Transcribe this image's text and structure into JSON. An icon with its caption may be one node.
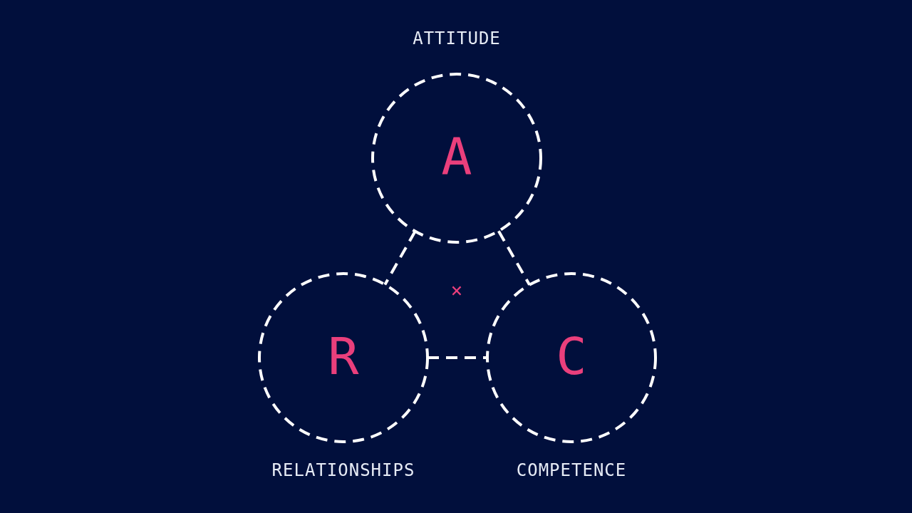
{
  "diagram": {
    "nodes": [
      {
        "text": [
          "ATTITUDE",
          "A"
        ]
      },
      {
        "text": [
          "R",
          "RELATIONSHIPS"
        ]
      },
      {
        "text": [
          "C",
          "COMPETENCE"
        ]
      }
    ],
    "edges": [
      {
        "from": 0,
        "to": 1,
        "arrow": "none",
        "style": "dashed"
      },
      {
        "from": 0,
        "to": 2,
        "arrow": "none",
        "style": "dashed"
      },
      {
        "from": 1,
        "to": 2,
        "arrow": "none",
        "style": "dashed"
      }
    ],
    "labels": [
      "×"
    ]
  }
}
